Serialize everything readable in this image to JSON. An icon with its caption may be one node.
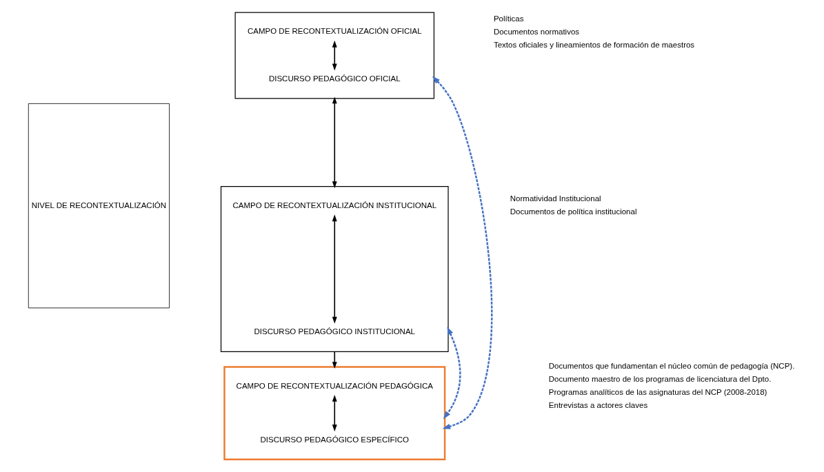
{
  "diagram": {
    "nodes": [
      {
        "text": [
          "NIVEL DE RECONTEXTUALIZACIÓN"
        ]
      },
      {
        "text": [],
        "shape": "box"
      },
      {
        "text": [
          "CAMPO DE RECONTEXTUALIZACIÓN OFICIAL"
        ],
        "in": 1
      },
      {
        "text": [
          "DISCURSO PEDAGÓGICO OFICIAL"
        ],
        "in": 1
      },
      {
        "text": [],
        "shape": "box"
      },
      {
        "text": [
          "CAMPO DE RECONTEXTUALIZACIÓN INSTITUCIONAL"
        ],
        "in": 4
      },
      {
        "text": [
          "DISCURSO PEDAGÓGICO INSTITUCIONAL"
        ],
        "in": 4
      },
      {
        "text": [],
        "shape": "box"
      },
      {
        "text": [
          "CAMPO DE RECONTEXTUALIZACIÓN PEDAGÓGICA"
        ],
        "in": 7
      },
      {
        "text": [
          "DISCURSO PEDAGÓGICO ESPECÍFICO"
        ],
        "in": 7
      }
    ],
    "edges": [
      {
        "from": 2,
        "to": 3,
        "arrow": "both"
      },
      {
        "from": 1,
        "to": 4,
        "arrow": "both"
      },
      {
        "from": 5,
        "to": 6,
        "arrow": "both"
      },
      {
        "from": 4,
        "to": 7,
        "arrow": "both",
        "style": "dashed",
        "color": "#4472c4"
      },
      {
        "from": 8,
        "to": 9,
        "arrow": "both"
      },
      {
        "from": 1,
        "to": 7,
        "arrow": "both",
        "style": "dashed",
        "color": "#4472c4"
      },
      {
        "from": 4,
        "to": 7,
        "arrow": "to"
      }
    ],
    "labels": [
      "Políticas",
      "Documentos normativos",
      "Textos oficiales y lineamientos de formación de maestros",
      "Normatividad Institucional",
      "Documentos de política institucional",
      "Documentos que fundamentan el núcleo común de pedagogía (NCP).",
      "Documento maestro de los programas de licenciatura del Dpto.",
      "Programas analíticos de las asignaturas del NCP (2008-2018)",
      "Entrevistas a actores claves"
    ]
  }
}
